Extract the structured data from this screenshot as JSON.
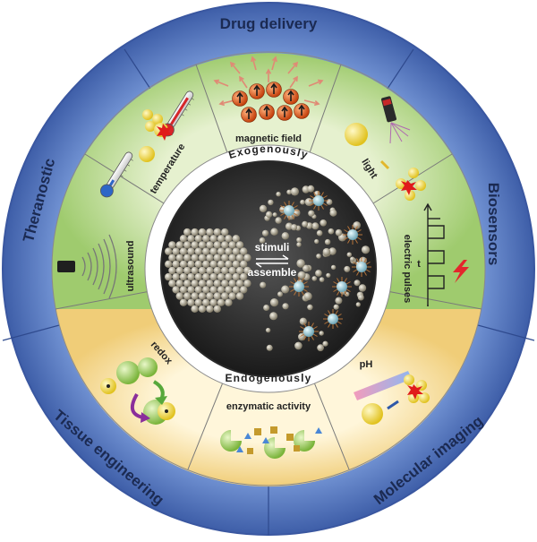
{
  "outer_ring": {
    "top": "Drug delivery",
    "right": "Biosensors",
    "bottom_right": "Molecular imaging",
    "bottom_left": "Tissue engineering",
    "left": "Theranostic"
  },
  "inner_ring": {
    "top": "Exogenously",
    "bottom": "Endogenously"
  },
  "center": {
    "top_label": "stimuli",
    "bottom_label": "assemble"
  },
  "stimuli": {
    "magnetic": "magnetic field",
    "light": "light",
    "electric": "electric pulses",
    "electric_axis": "t",
    "ultrasound": "ultrasound",
    "temperature": "temperature",
    "redox": "redox",
    "enzymatic": "enzymatic activity",
    "ph": "pH"
  },
  "colors": {
    "outer_ring": "#4f6fb7",
    "green_sector": "#b9d98f",
    "yellow_sector": "#f6dc9a",
    "center": "#2b2b2b",
    "particle": "#a9a28e"
  }
}
